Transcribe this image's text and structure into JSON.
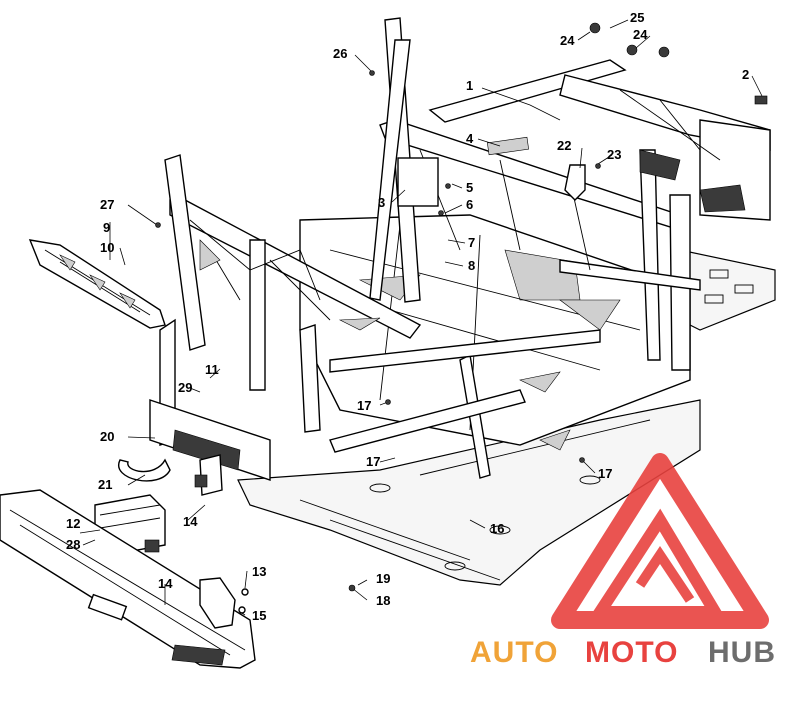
{
  "diagram": {
    "callouts": [
      {
        "id": "c1",
        "text": "1"
      },
      {
        "id": "c2",
        "text": "2"
      },
      {
        "id": "c3",
        "text": "3"
      },
      {
        "id": "c4",
        "text": "4"
      },
      {
        "id": "c5",
        "text": "5"
      },
      {
        "id": "c6",
        "text": "6"
      },
      {
        "id": "c7",
        "text": "7"
      },
      {
        "id": "c8",
        "text": "8"
      },
      {
        "id": "c9",
        "text": "9"
      },
      {
        "id": "c10",
        "text": "10"
      },
      {
        "id": "c11",
        "text": "11"
      },
      {
        "id": "c12",
        "text": "12"
      },
      {
        "id": "c13",
        "text": "13"
      },
      {
        "id": "c14a",
        "text": "14"
      },
      {
        "id": "c14b",
        "text": "14"
      },
      {
        "id": "c15",
        "text": "15"
      },
      {
        "id": "c16",
        "text": "16"
      },
      {
        "id": "c17a",
        "text": "17"
      },
      {
        "id": "c17b",
        "text": "17"
      },
      {
        "id": "c17c",
        "text": "17"
      },
      {
        "id": "c18",
        "text": "18"
      },
      {
        "id": "c19",
        "text": "19"
      },
      {
        "id": "c20",
        "text": "20"
      },
      {
        "id": "c21",
        "text": "21"
      },
      {
        "id": "c22",
        "text": "22"
      },
      {
        "id": "c23",
        "text": "23"
      },
      {
        "id": "c24a",
        "text": "24"
      },
      {
        "id": "c24b",
        "text": "24"
      },
      {
        "id": "c25",
        "text": "25"
      },
      {
        "id": "c26",
        "text": "26"
      },
      {
        "id": "c27",
        "text": "27"
      },
      {
        "id": "c28",
        "text": "28"
      },
      {
        "id": "c29",
        "text": "29"
      }
    ]
  },
  "watermark": {
    "brand_part1": "AUTO",
    "brand_part2": "MOTO",
    "brand_part3": "HUB",
    "colors": {
      "orange": "#f0a338",
      "red": "#e8423f",
      "gray": "#6d6d6d"
    }
  }
}
